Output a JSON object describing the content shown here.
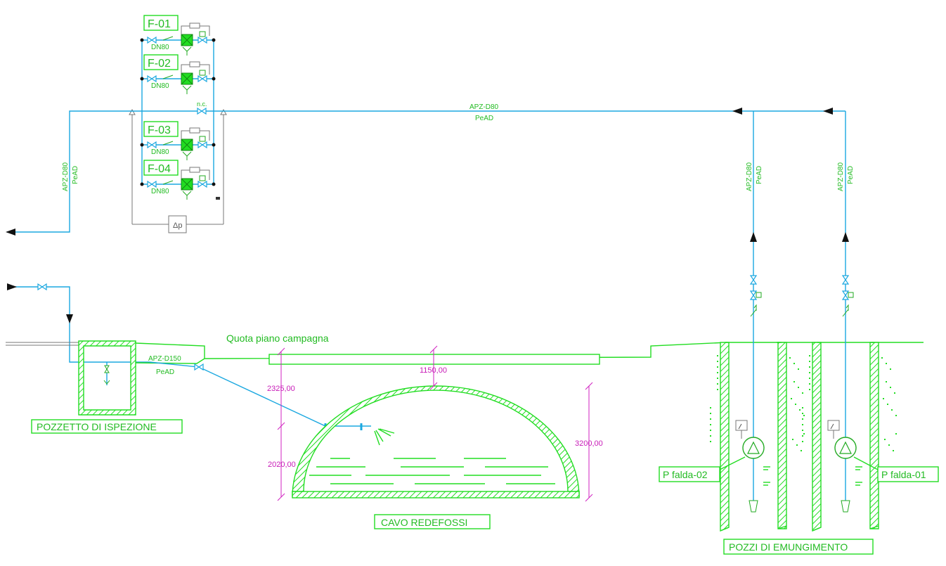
{
  "filters": [
    {
      "tag": "F-01",
      "dn": "DN80"
    },
    {
      "tag": "F-02",
      "dn": "DN80"
    },
    {
      "tag": "F-03",
      "dn": "DN80"
    },
    {
      "tag": "F-04",
      "dn": "DN80"
    }
  ],
  "bypass_valve_label": "n.c.",
  "dp_label": "Δp",
  "main_pipe": {
    "code": "APZ-D80",
    "material": "PeAD"
  },
  "outlet_pipe": {
    "code": "APZ-D80",
    "material": "PeAD"
  },
  "well_pipe_1": {
    "code": "APZ-D80",
    "material": "PeAD"
  },
  "well_pipe_2": {
    "code": "APZ-D80",
    "material": "PeAD"
  },
  "discharge_pipe": {
    "code": "APZ-D150",
    "material": "PeAD"
  },
  "ground_label": "Quota piano campagna",
  "dimensions": {
    "d_2325": "2325,00",
    "d_2020": "2020,00",
    "d_1150": "1150,00",
    "d_3200": "3200,00"
  },
  "labels": {
    "inspection_pit": "POZZETTO DI ISPEZIONE",
    "canal": "CAVO REDEFOSSI",
    "wells": "POZZI DI EMUNGIMENTO",
    "pump_2": "P falda-02",
    "pump_1": "P falda-01"
  },
  "colors": {
    "green": "#22dd22",
    "blue": "#1ba8e0",
    "magenta": "#d020c0",
    "grey": "#777777"
  }
}
